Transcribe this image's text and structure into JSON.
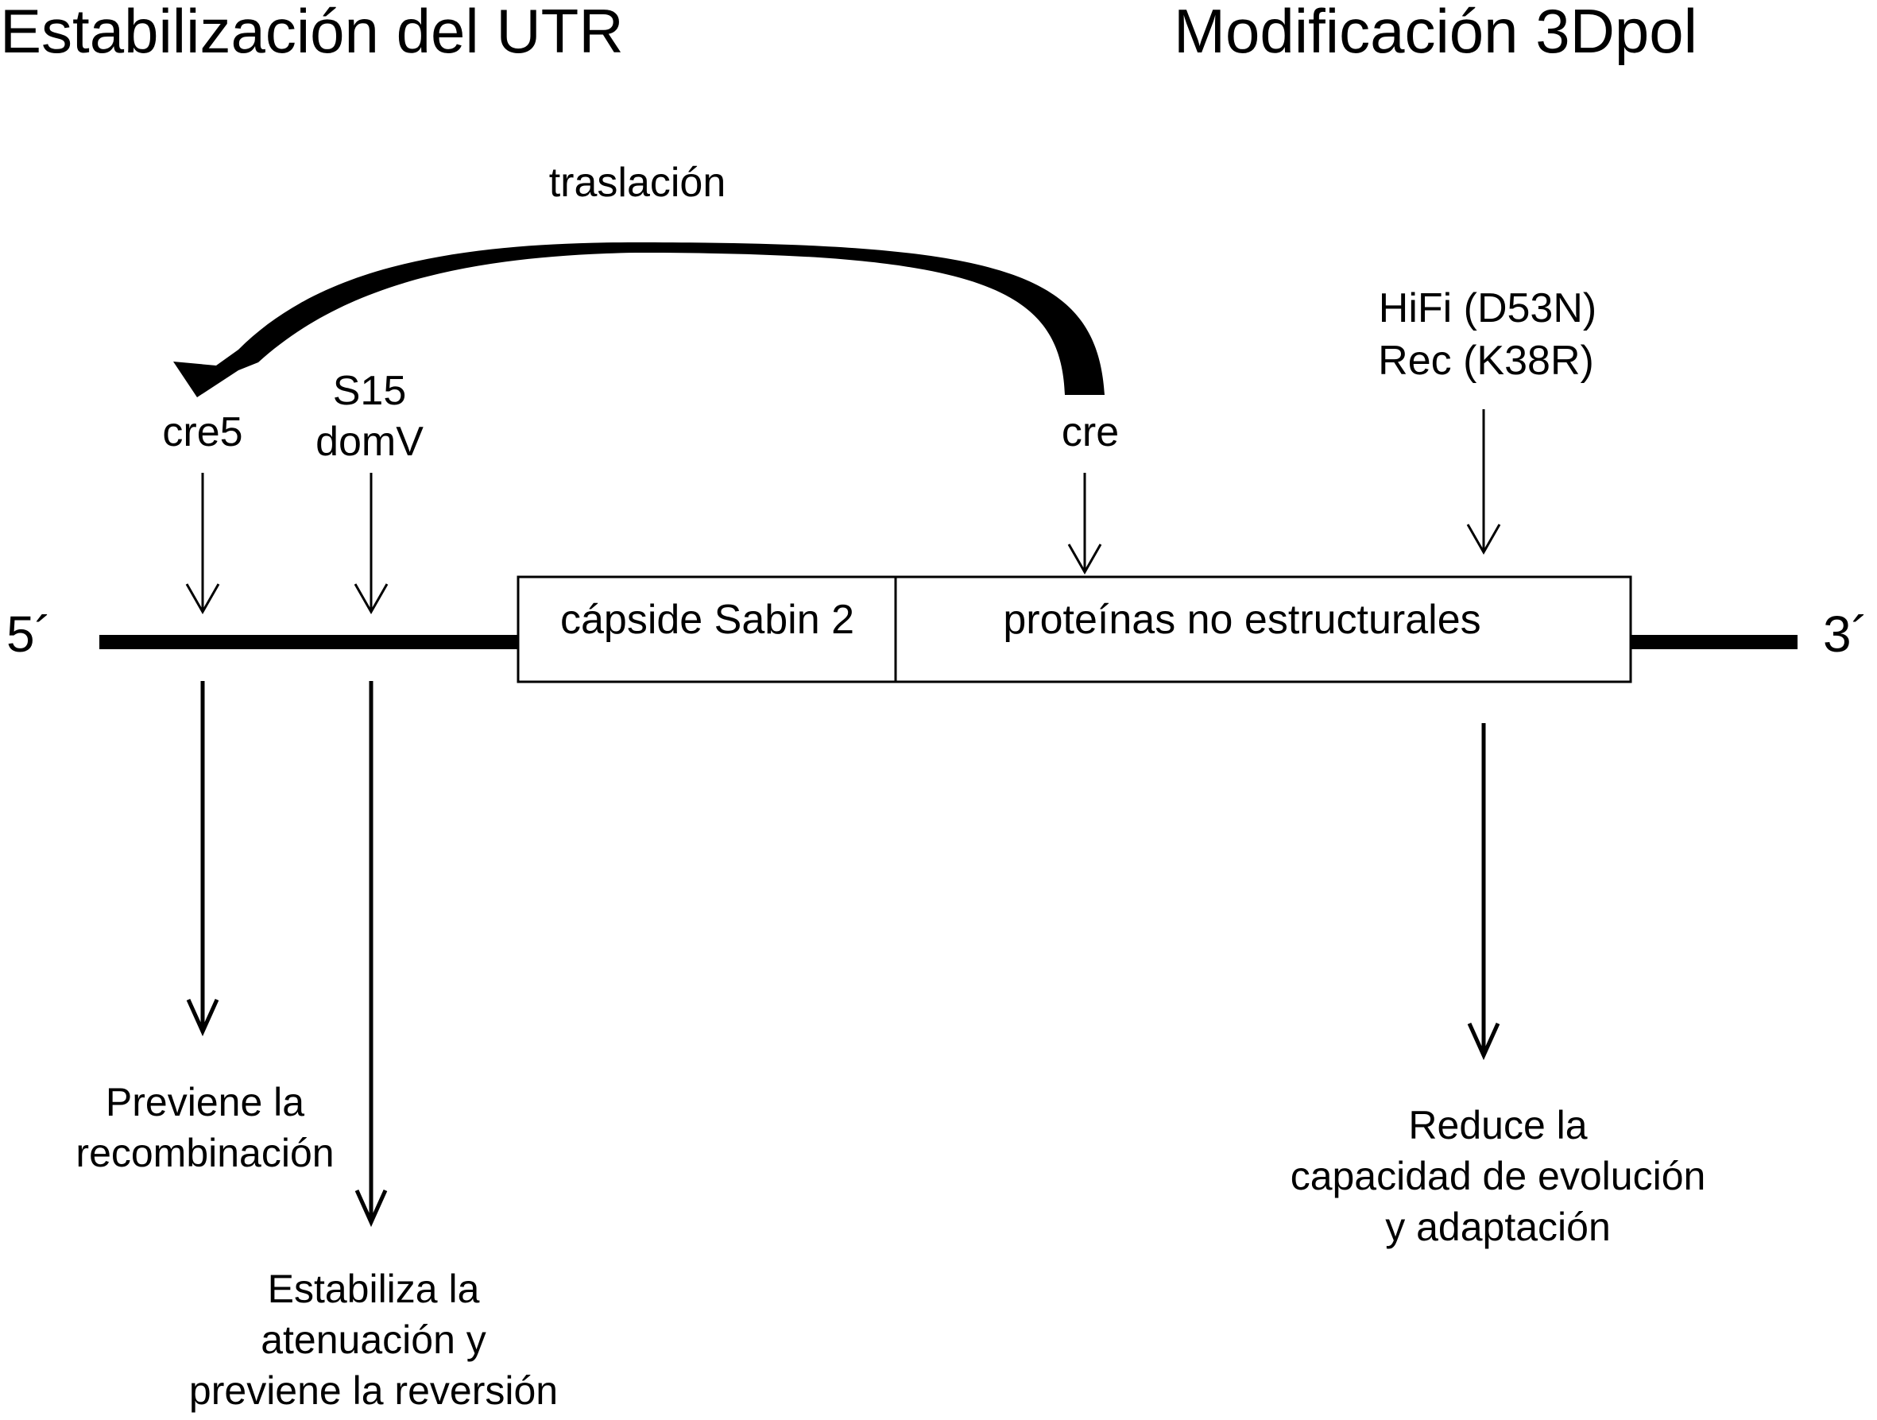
{
  "headings": {
    "left": "Estabilización del UTR",
    "right": "Modificación 3Dpol"
  },
  "genome": {
    "end5": "5´",
    "end3": "3´",
    "segments": [
      "cápside Sabin 2",
      "proteínas no estructurales"
    ]
  },
  "translation_label": "traslación",
  "markers": {
    "cre5": "cre5",
    "s15_line1": "S15",
    "s15_line2": "domV",
    "cre": "cre",
    "pol_line1": "HiFi (D53N)",
    "pol_line2": "Rec (K38R)"
  },
  "effects": {
    "recombination": [
      "Previene la",
      "recombinación"
    ],
    "attenuation": [
      "Estabiliza la",
      "atenuación y",
      "previene la reversión"
    ],
    "evolution": [
      "Reduce la",
      "capacidad de evolución",
      "y adaptación"
    ]
  }
}
